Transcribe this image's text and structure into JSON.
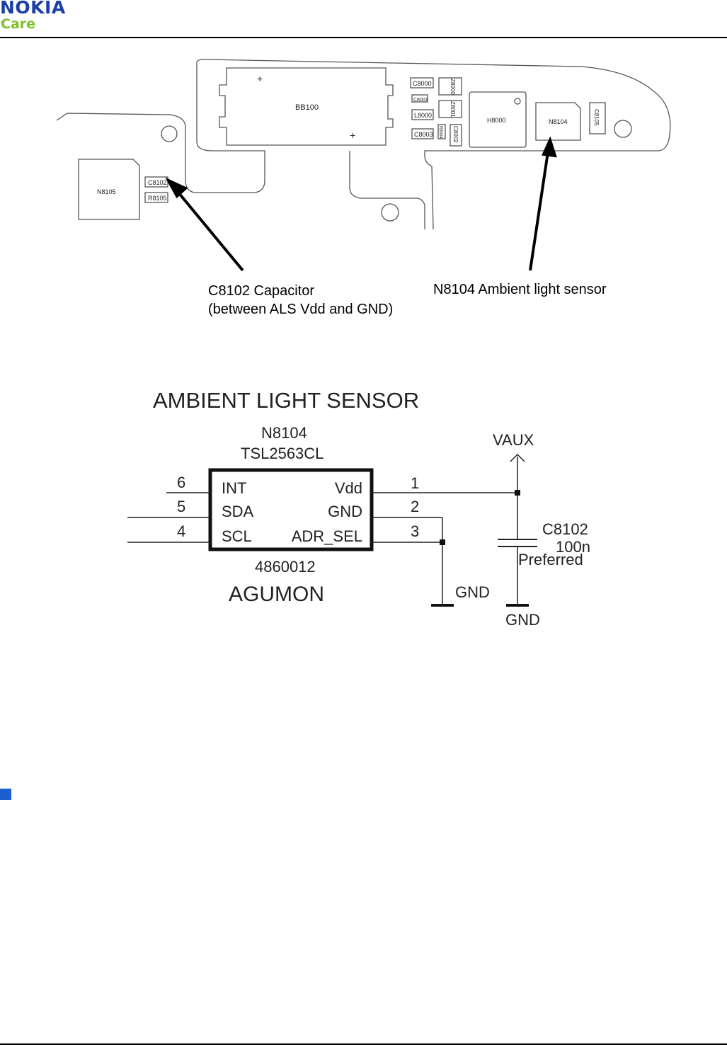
{
  "header": {
    "brand": "NOKIA",
    "sub_brand": "Care",
    "brand_color": "#1a3fa6",
    "sub_brand_color": "#7fbf2a"
  },
  "pcb": {
    "components": {
      "bb100": "BB100",
      "c8000": "C8000",
      "c8001": "C8001",
      "l8000": "L8000",
      "c8003": "C8003",
      "z8000": "Z8000",
      "z8001": "Z8001",
      "r8004": "R8004",
      "c8002": "C8002",
      "h8000": "H8000",
      "n8104": "N8104",
      "c8105": "C8105",
      "n8105": "N8105",
      "c8102": "C8102",
      "r8105": "R8105"
    },
    "plus_sign": "+",
    "callouts": {
      "capacitor_line1": "C8102 Capacitor",
      "capacitor_line2": "(between ALS Vdd and GND)",
      "sensor": "N8104 Ambient light sensor"
    }
  },
  "schematic": {
    "title": "AMBIENT LIGHT SENSOR",
    "ref": "N8104",
    "part": "TSL2563CL",
    "pins_left": [
      {
        "num": "6",
        "name": "INT"
      },
      {
        "num": "5",
        "name": "SDA"
      },
      {
        "num": "4",
        "name": "SCL"
      }
    ],
    "pins_right": [
      {
        "num": "1",
        "name": "Vdd"
      },
      {
        "num": "2",
        "name": "GND"
      },
      {
        "num": "3",
        "name": "ADR_SEL"
      }
    ],
    "code": "4860012",
    "name": "AGUMON",
    "supply": "VAUX",
    "capacitor": {
      "ref": "C8102",
      "value": "100n",
      "note": "Preferred"
    },
    "ground_label": "GND"
  },
  "section_marker_color": "#1e5fd0"
}
